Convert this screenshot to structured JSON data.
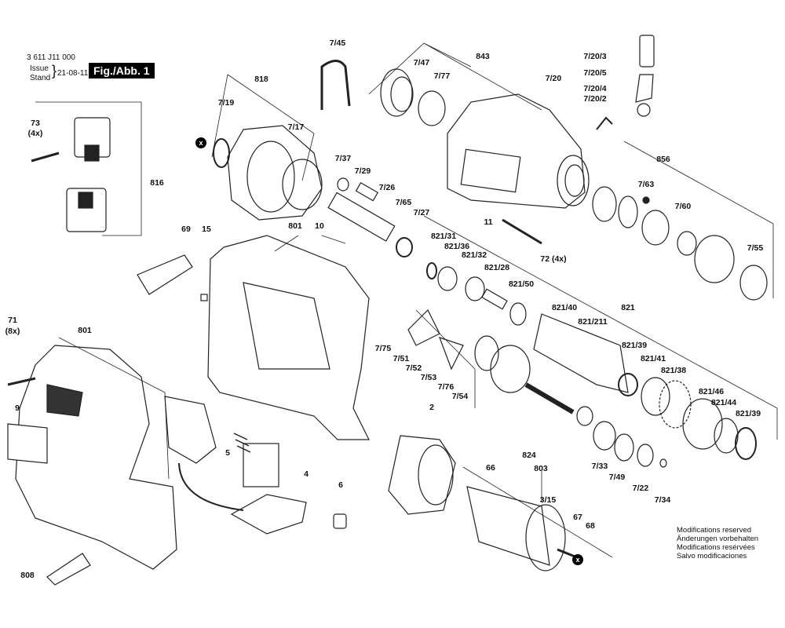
{
  "header": {
    "part_number": "3 611 J11 000",
    "issue_label": "Issue",
    "stand_label": "Stand",
    "date": "21-08-11",
    "figure_label": "Fig./Abb. 1"
  },
  "notes": [
    "Modifications reserved",
    "Änderungen vorbehalten",
    "Modifications resérvées",
    "Salvo modificaciones"
  ],
  "markers": {
    "x": "x"
  },
  "labels": [
    "7/45",
    "7/47",
    "7/77",
    "843",
    "7/20/3",
    "7/20/5",
    "7/20",
    "7/20/4",
    "7/20/2",
    "818",
    "7/19",
    "7/17",
    "73",
    "(4x)",
    "816",
    "7/37",
    "7/29",
    "7/26",
    "7/65",
    "7/27",
    "856",
    "7/63",
    "7/60",
    "7/55",
    "11",
    "72 (4x)",
    "69",
    "15",
    "801",
    "10",
    "821/31",
    "821/36",
    "821/32",
    "821/28",
    "821/50",
    "821/40",
    "821/211",
    "821",
    "821/39",
    "821/41",
    "821/38",
    "821/46",
    "821/44",
    "821/39",
    "71",
    "(8x)",
    "801",
    "7/75",
    "7/51",
    "7/52",
    "7/53",
    "7/76",
    "7/54",
    "9",
    "2",
    "5",
    "4",
    "6",
    "824",
    "7/33",
    "7/49",
    "7/22",
    "7/34",
    "66",
    "803",
    "3/15",
    "67",
    "68",
    "808"
  ]
}
